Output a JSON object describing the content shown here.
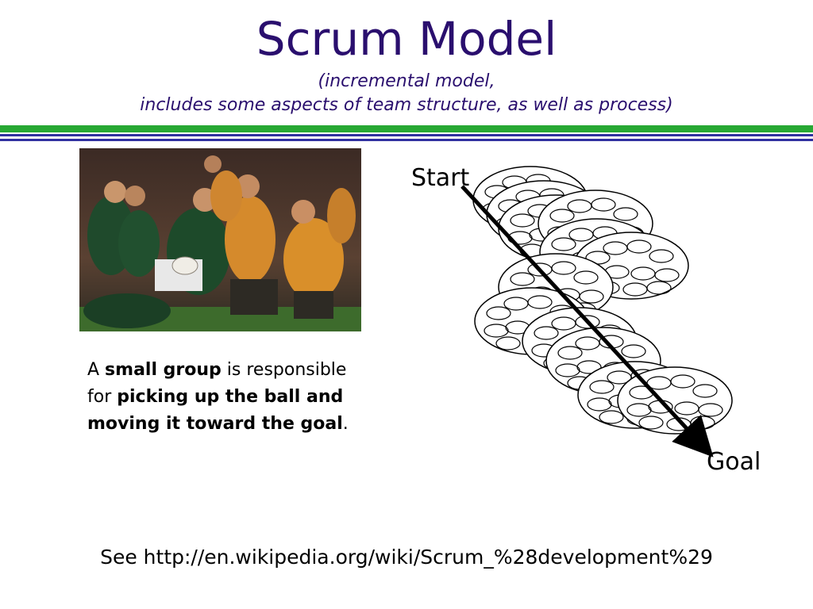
{
  "slide": {
    "title": "Scrum Model",
    "subtitle_line1": "(incremental model,",
    "subtitle_line2": "includes some aspects of team structure, as well as process)"
  },
  "description": {
    "t1": "A ",
    "b1": "small group",
    "t2": " is responsible for ",
    "b2": "picking up the ball and moving it toward the goal",
    "t3": "."
  },
  "diagram": {
    "start_label": "Start",
    "goal_label": "Goal"
  },
  "footer": {
    "text": "See http://en.wikipedia.org/wiki/Scrum_%28development%29"
  },
  "colors": {
    "title": "#2a0f6e",
    "green_rule": "#27a833",
    "blue_rule": "#3030a0"
  },
  "icons": {
    "photo": "rugby-scrum-photo"
  }
}
